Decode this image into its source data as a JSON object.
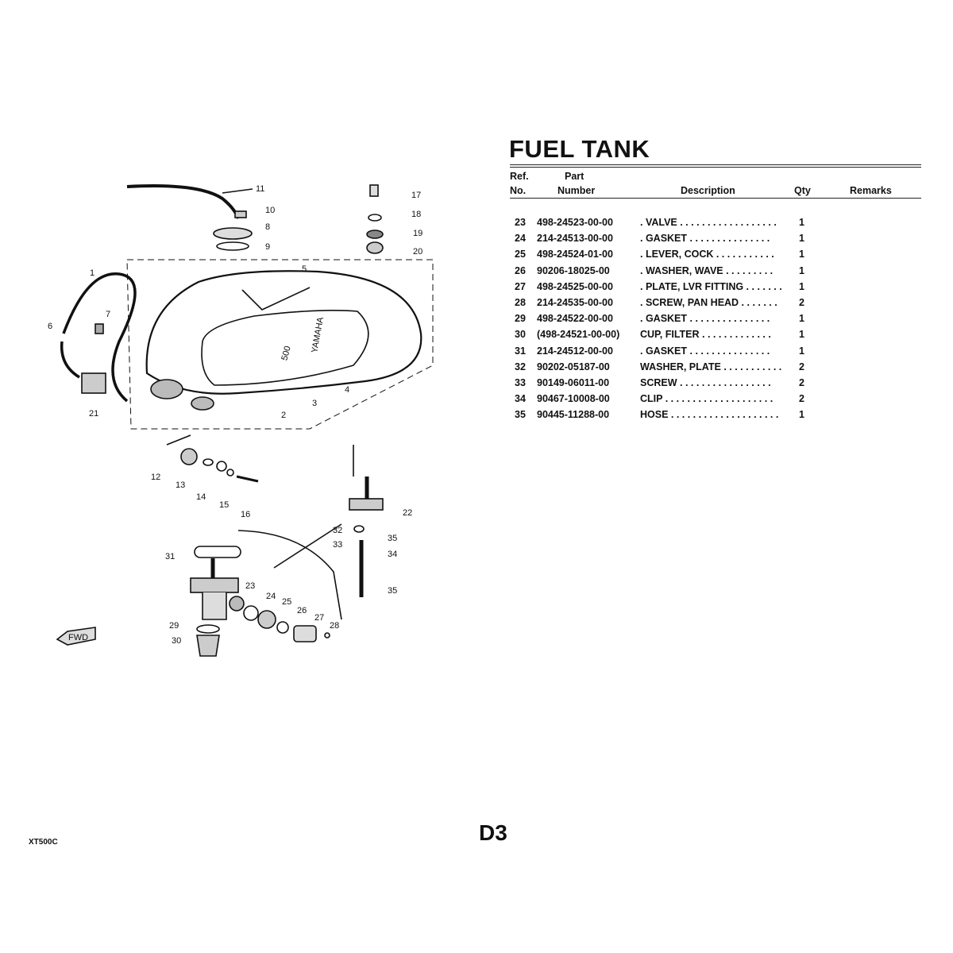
{
  "title": "FUEL TANK",
  "table": {
    "headers": {
      "ref_top": "Ref.",
      "ref_bottom": "No.",
      "part_top": "Part",
      "part_bottom": "Number",
      "description": "Description",
      "qty": "Qty",
      "remarks": "Remarks"
    },
    "rows": [
      {
        "ref": "23",
        "part": "498-24523-00-00",
        "desc": ". VALVE . . . . . . . . . . . . . . . . . .",
        "qty": "1"
      },
      {
        "ref": "24",
        "part": "214-24513-00-00",
        "desc": ". GASKET   . . . . . . . . . . . . . . .",
        "qty": "1"
      },
      {
        "ref": "25",
        "part": "498-24524-01-00",
        "desc": ". LEVER, COCK  . . . . . . . . . . .",
        "qty": "1"
      },
      {
        "ref": "26",
        "part": "90206-18025-00",
        "desc": ". WASHER, WAVE  . . . . . . . . .",
        "qty": "1"
      },
      {
        "ref": "27",
        "part": "498-24525-00-00",
        "desc": ". PLATE, LVR FITTING . . . . . . .",
        "qty": "1"
      },
      {
        "ref": "28",
        "part": "214-24535-00-00",
        "desc": ". SCREW, PAN HEAD   . . . . . . .",
        "qty": "2"
      },
      {
        "ref": "29",
        "part": "498-24522-00-00",
        "desc": ". GASKET   . . . . . . . . . . . . . . .",
        "qty": "1"
      },
      {
        "ref": "30",
        "part": "(498-24521-00-00)",
        "desc": "CUP, FILTER  . . . . . . . . . . . . .",
        "qty": "1"
      },
      {
        "ref": "31",
        "part": "214-24512-00-00",
        "desc": ". GASKET   . . . . . . . . . . . . . . .",
        "qty": "1"
      },
      {
        "ref": "32",
        "part": "90202-05187-00",
        "desc": "WASHER, PLATE . . . . . . . . . . .",
        "qty": "2"
      },
      {
        "ref": "33",
        "part": "90149-06011-00",
        "desc": "SCREW  . . . . . . . . . . . . . . . . .",
        "qty": "2"
      },
      {
        "ref": "34",
        "part": "90467-10008-00",
        "desc": "CLIP  . . . . . . . . . . . . . . . . . . . .",
        "qty": "2"
      },
      {
        "ref": "35",
        "part": "90445-11288-00",
        "desc": "HOSE . . . . . . . . . . . . . . . . . . . .",
        "qty": "1"
      }
    ]
  },
  "diagram": {
    "tank_logo_number": "500",
    "tank_logo_brand": "YAMAHA",
    "fwd_label": "FWD",
    "callouts": [
      "11",
      "10",
      "8",
      "9",
      "17",
      "18",
      "19",
      "20",
      "1",
      "5",
      "7",
      "6",
      "21",
      "2",
      "3",
      "4",
      "12",
      "13",
      "14",
      "15",
      "16",
      "22",
      "32",
      "35",
      "33",
      "34",
      "35",
      "31",
      "23",
      "24",
      "25",
      "26",
      "27",
      "28",
      "29",
      "30"
    ]
  },
  "footer": {
    "model": "XT500C",
    "page": "D3"
  }
}
